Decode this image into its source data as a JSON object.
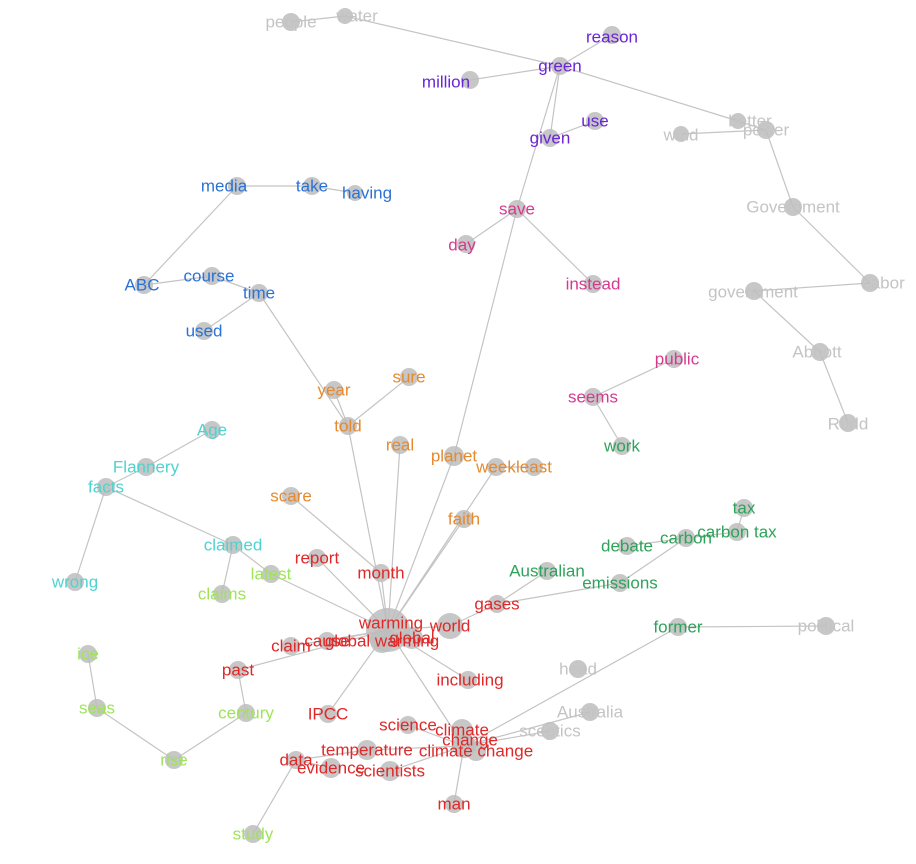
{
  "colors": {
    "edge": "#c4c4c4",
    "node": "#bdbdbd",
    "grey": "#c4c4c4",
    "purple": "#6a25d6",
    "blue": "#2b72d6",
    "pink": "#d63a8f",
    "orange": "#e58a2f",
    "cyan": "#4fd3cf",
    "lime": "#9ee45a",
    "green": "#2ea35a",
    "red": "#e02828"
  },
  "nodes": [
    {
      "id": "people",
      "label": "people",
      "group": "grey"
    },
    {
      "id": "water",
      "label": "water",
      "group": "grey"
    },
    {
      "id": "reason",
      "label": "reason",
      "group": "purple"
    },
    {
      "id": "green",
      "label": "green",
      "group": "purple"
    },
    {
      "id": "million",
      "label": "million",
      "group": "purple"
    },
    {
      "id": "use",
      "label": "use",
      "group": "purple"
    },
    {
      "id": "given",
      "label": "given",
      "group": "purple"
    },
    {
      "id": "wind",
      "label": "wind",
      "group": "grey"
    },
    {
      "id": "better",
      "label": "better",
      "group": "grey"
    },
    {
      "id": "power",
      "label": "power",
      "group": "grey"
    },
    {
      "id": "Government",
      "label": "Government",
      "group": "grey"
    },
    {
      "id": "Labor",
      "label": "Labor",
      "group": "grey"
    },
    {
      "id": "government",
      "label": "government",
      "group": "grey"
    },
    {
      "id": "Abbott",
      "label": "Abbott",
      "group": "grey"
    },
    {
      "id": "Rudd",
      "label": "Rudd",
      "group": "grey"
    },
    {
      "id": "media",
      "label": "media",
      "group": "blue"
    },
    {
      "id": "take",
      "label": "take",
      "group": "blue"
    },
    {
      "id": "having",
      "label": "having",
      "group": "blue"
    },
    {
      "id": "ABC",
      "label": "ABC",
      "group": "blue"
    },
    {
      "id": "course",
      "label": "course",
      "group": "blue"
    },
    {
      "id": "time",
      "label": "time",
      "group": "blue"
    },
    {
      "id": "used",
      "label": "used",
      "group": "blue"
    },
    {
      "id": "save",
      "label": "save",
      "group": "pink"
    },
    {
      "id": "day",
      "label": "day",
      "group": "pink"
    },
    {
      "id": "instead",
      "label": "instead",
      "group": "pink"
    },
    {
      "id": "public",
      "label": "public",
      "group": "pink"
    },
    {
      "id": "seems",
      "label": "seems",
      "group": "pink"
    },
    {
      "id": "work",
      "label": "work",
      "group": "green"
    },
    {
      "id": "year",
      "label": "year",
      "group": "orange"
    },
    {
      "id": "sure",
      "label": "sure",
      "group": "orange"
    },
    {
      "id": "told",
      "label": "told",
      "group": "orange"
    },
    {
      "id": "real",
      "label": "real",
      "group": "orange"
    },
    {
      "id": "planet",
      "label": "planet",
      "group": "orange"
    },
    {
      "id": "week",
      "label": "week",
      "group": "orange"
    },
    {
      "id": "least",
      "label": "least",
      "group": "orange"
    },
    {
      "id": "scare",
      "label": "scare",
      "group": "orange"
    },
    {
      "id": "faith",
      "label": "faith",
      "group": "orange"
    },
    {
      "id": "Age",
      "label": "Age",
      "group": "cyan"
    },
    {
      "id": "Flannery",
      "label": "Flannery",
      "group": "cyan"
    },
    {
      "id": "facts",
      "label": "facts",
      "group": "cyan"
    },
    {
      "id": "claimed",
      "label": "claimed",
      "group": "cyan"
    },
    {
      "id": "wrong",
      "label": "wrong",
      "group": "cyan"
    },
    {
      "id": "latest",
      "label": "latest",
      "group": "lime"
    },
    {
      "id": "claims",
      "label": "claims",
      "group": "lime"
    },
    {
      "id": "report",
      "label": "report",
      "group": "red"
    },
    {
      "id": "month",
      "label": "month",
      "group": "red"
    },
    {
      "id": "tax",
      "label": "tax",
      "group": "green"
    },
    {
      "id": "debate",
      "label": "debate",
      "group": "green"
    },
    {
      "id": "carbon",
      "label": "carbon",
      "group": "green"
    },
    {
      "id": "carbon tax",
      "label": "carbon tax",
      "group": "green"
    },
    {
      "id": "Australian",
      "label": "Australian",
      "group": "green"
    },
    {
      "id": "emissions",
      "label": "emissions",
      "group": "green"
    },
    {
      "id": "gases",
      "label": "gases",
      "group": "red"
    },
    {
      "id": "warming",
      "label": "warming",
      "group": "red"
    },
    {
      "id": "global",
      "label": "global",
      "group": "red"
    },
    {
      "id": "world",
      "label": "world",
      "group": "red"
    },
    {
      "id": "global warming",
      "label": "global warming",
      "group": "red"
    },
    {
      "id": "claim",
      "label": "claim",
      "group": "red"
    },
    {
      "id": "cause",
      "label": "cause",
      "group": "red"
    },
    {
      "id": "former",
      "label": "former",
      "group": "green"
    },
    {
      "id": "political",
      "label": "political",
      "group": "grey"
    },
    {
      "id": "ice",
      "label": "ice",
      "group": "lime"
    },
    {
      "id": "past",
      "label": "past",
      "group": "red"
    },
    {
      "id": "including",
      "label": "including",
      "group": "red"
    },
    {
      "id": "head",
      "label": "head",
      "group": "grey"
    },
    {
      "id": "seas",
      "label": "seas",
      "group": "lime"
    },
    {
      "id": "century",
      "label": "century",
      "group": "lime"
    },
    {
      "id": "IPCC",
      "label": "IPCC",
      "group": "red"
    },
    {
      "id": "Australia",
      "label": "Australia",
      "group": "grey"
    },
    {
      "id": "science",
      "label": "science",
      "group": "red"
    },
    {
      "id": "climate",
      "label": "climate",
      "group": "red"
    },
    {
      "id": "sceptics",
      "label": "sceptics",
      "group": "grey"
    },
    {
      "id": "change",
      "label": "change",
      "group": "red"
    },
    {
      "id": "temperature",
      "label": "temperature",
      "group": "red"
    },
    {
      "id": "climate change",
      "label": "climate change",
      "group": "red"
    },
    {
      "id": "rise",
      "label": "rise",
      "group": "lime"
    },
    {
      "id": "data",
      "label": "data",
      "group": "red"
    },
    {
      "id": "evidence",
      "label": "evidence",
      "group": "red"
    },
    {
      "id": "scientists",
      "label": "scientists",
      "group": "red"
    },
    {
      "id": "man",
      "label": "man",
      "group": "red"
    },
    {
      "id": "study",
      "label": "study",
      "group": "lime"
    }
  ],
  "edges": [
    [
      "people",
      "water"
    ],
    [
      "water",
      "green"
    ],
    [
      "green",
      "reason"
    ],
    [
      "green",
      "million"
    ],
    [
      "green",
      "given"
    ],
    [
      "green",
      "save"
    ],
    [
      "green",
      "better"
    ],
    [
      "given",
      "use"
    ],
    [
      "wind",
      "power"
    ],
    [
      "better",
      "power"
    ],
    [
      "power",
      "Government"
    ],
    [
      "Government",
      "Labor"
    ],
    [
      "Labor",
      "government"
    ],
    [
      "government",
      "Abbott"
    ],
    [
      "Abbott",
      "Rudd"
    ],
    [
      "media",
      "take"
    ],
    [
      "take",
      "having"
    ],
    [
      "media",
      "ABC"
    ],
    [
      "ABC",
      "course"
    ],
    [
      "course",
      "time"
    ],
    [
      "time",
      "used"
    ],
    [
      "time",
      "told"
    ],
    [
      "save",
      "day"
    ],
    [
      "save",
      "instead"
    ],
    [
      "save",
      "planet"
    ],
    [
      "public",
      "seems"
    ],
    [
      "seems",
      "work"
    ],
    [
      "year",
      "told"
    ],
    [
      "told",
      "sure"
    ],
    [
      "told",
      "warming"
    ],
    [
      "real",
      "warming"
    ],
    [
      "planet",
      "warming"
    ],
    [
      "week",
      "warming"
    ],
    [
      "week",
      "least"
    ],
    [
      "scare",
      "month"
    ],
    [
      "faith",
      "warming"
    ],
    [
      "Age",
      "Flannery"
    ],
    [
      "Flannery",
      "facts"
    ],
    [
      "facts",
      "claimed"
    ],
    [
      "facts",
      "wrong"
    ],
    [
      "claimed",
      "latest"
    ],
    [
      "claimed",
      "claims"
    ],
    [
      "latest",
      "warming"
    ],
    [
      "report",
      "warming"
    ],
    [
      "month",
      "warming"
    ],
    [
      "tax",
      "carbon tax"
    ],
    [
      "debate",
      "carbon"
    ],
    [
      "carbon",
      "carbon tax"
    ],
    [
      "carbon",
      "emissions"
    ],
    [
      "Australian",
      "gases"
    ],
    [
      "emissions",
      "gases"
    ],
    [
      "gases",
      "world"
    ],
    [
      "warming",
      "global"
    ],
    [
      "warming",
      "world"
    ],
    [
      "warming",
      "global warming"
    ],
    [
      "warming",
      "claim"
    ],
    [
      "warming",
      "cause"
    ],
    [
      "warming",
      "past"
    ],
    [
      "warming",
      "IPCC"
    ],
    [
      "warming",
      "change"
    ],
    [
      "warming",
      "including"
    ],
    [
      "former",
      "political"
    ],
    [
      "former",
      "change"
    ],
    [
      "ice",
      "seas"
    ],
    [
      "seas",
      "rise"
    ],
    [
      "rise",
      "century"
    ],
    [
      "century",
      "past"
    ],
    [
      "change",
      "climate"
    ],
    [
      "change",
      "science"
    ],
    [
      "change",
      "Australia"
    ],
    [
      "change",
      "sceptics"
    ],
    [
      "change",
      "climate change"
    ],
    [
      "change",
      "temperature"
    ],
    [
      "change",
      "scientists"
    ],
    [
      "change",
      "man"
    ],
    [
      "temperature",
      "data"
    ],
    [
      "data",
      "evidence"
    ],
    [
      "data",
      "study"
    ]
  ]
}
